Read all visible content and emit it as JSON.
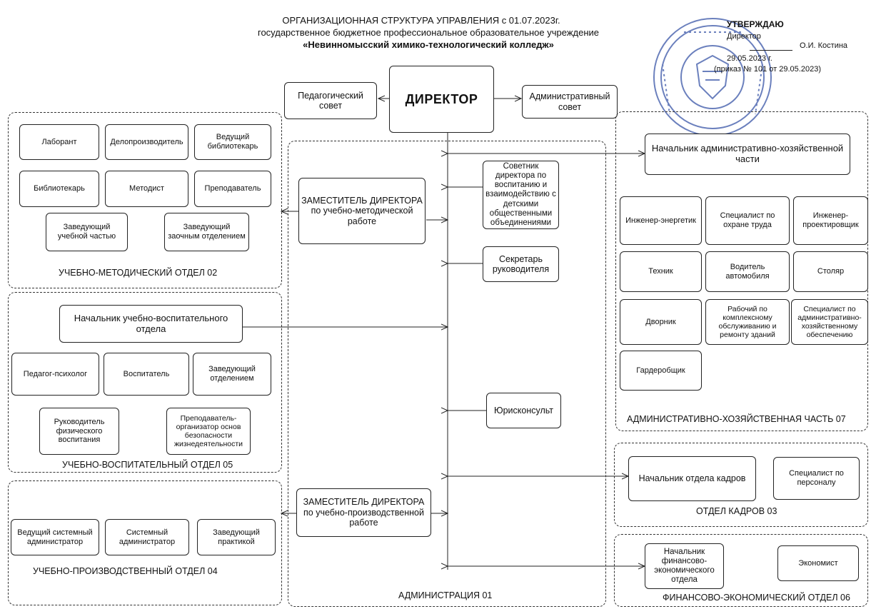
{
  "header": {
    "line1": "ОРГАНИЗАЦИОННАЯ СТРУКТУРА УПРАВЛЕНИЯ с 01.07.2023г.",
    "line2": "государственное бюджетное профессиональное образовательное учреждение",
    "line3": "«Невинномысский химико-технологический колледж»"
  },
  "approval": {
    "title": "УТВЕРЖДАЮ",
    "role": "Директор",
    "signer": "О.И. Костина",
    "date": "29.05.2023 г.",
    "order": "(приказ № 101 от 29.05.2023)"
  },
  "top": {
    "director": "ДИРЕКТОР",
    "ped_council": "Педагогический совет",
    "admin_council": "Административный совет"
  },
  "administration": {
    "label": "АДМИНИСТРАЦИЯ 01",
    "deputy_method": "ЗАМЕСТИТЕЛЬ ДИРЕКТОРА по учебно-методической работе",
    "advisor": "Советник директора по воспитанию и взаимодействию с детскими общественными объединениями",
    "secretary": "Секретарь руководителя",
    "lawyer": "Юрисконсульт",
    "deputy_prod": "ЗАМЕСТИТЕЛЬ ДИРЕКТОРА по учебно-производственной работе"
  },
  "method_dept": {
    "label": "УЧЕБНО-МЕТОДИЧЕСКИЙ ОТДЕЛ 02",
    "items": [
      "Лаборант",
      "Делопроизводитель",
      "Ведущий библиотекарь",
      "Библиотекарь",
      "Методист",
      "Преподаватель",
      "Заведующий учебной частью",
      "Заведующий заочным отделением"
    ]
  },
  "edu_dept": {
    "label": "УЧЕБНО-ВОСПИТАТЕЛЬНЫЙ ОТДЕЛ 05",
    "head": "Начальник учебно-воспитательного отдела",
    "items": [
      "Педагог-психолог",
      "Воспитатель",
      "Заведующий отделением",
      "Руководитель физического воспитания",
      "Преподаватель-организатор основ безопасности жизнедеятельности"
    ]
  },
  "prod_dept": {
    "label": "УЧЕБНО-ПРОИЗВОДСТВЕННЫЙ ОТДЕЛ 04",
    "items": [
      "Ведущий системный администратор",
      "Системный администратор",
      "Заведующий практикой"
    ]
  },
  "ahch_dept": {
    "label": "АДМИНИСТРАТИВНО-ХОЗЯЙСТВЕННАЯ ЧАСТЬ 07",
    "head": "Начальник административно-хозяйственной части",
    "items": [
      "Инженер-энергетик",
      "Специалист по охране труда",
      "Инженер-проектировщик",
      "Техник",
      "Водитель автомобиля",
      "Столяр",
      "Дворник",
      "Рабочий по комплексному обслуживанию и ремонту зданий",
      "Специалист по административно-хозяйственному обеспечению",
      "Гардеробщик"
    ]
  },
  "hr_dept": {
    "label": "ОТДЕЛ КАДРОВ 03",
    "head": "Начальник отдела кадров",
    "items": [
      "Специалист по персоналу"
    ]
  },
  "fin_dept": {
    "label": "ФИНАНСОВО-ЭКОНОМИЧЕСКИЙ ОТДЕЛ 06",
    "head": "Начальник финансово-экономического отдела",
    "items": [
      "Экономист"
    ]
  },
  "colors": {
    "line": "#222222",
    "stamp": "#3a56a8",
    "background": "#ffffff"
  },
  "icons": {
    "stamp": "round-seal-emblem"
  }
}
